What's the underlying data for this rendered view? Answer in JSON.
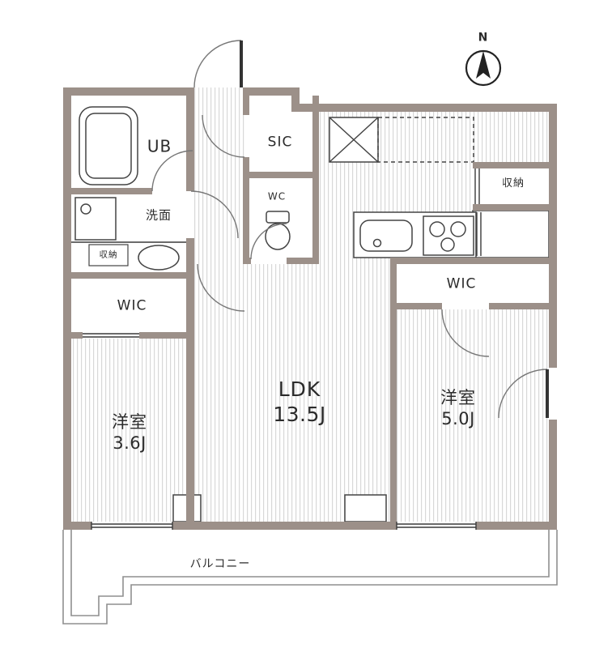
{
  "colors": {
    "wall": "#9c9089",
    "line": "#3a3a3a",
    "stripe": "#d8d8d8",
    "arc": "#777777"
  },
  "compass": {
    "north_label": "N"
  },
  "labels": {
    "ub": "UB",
    "senmen": "洗面",
    "storage_left": "収納",
    "wic_left": "WIC",
    "bedroom_left_name": "洋室",
    "bedroom_left_size": "3.6J",
    "sic": "SIC",
    "wc": "WC",
    "ldk_name": "LDK",
    "ldk_size": "13.5J",
    "storage_right": "収納",
    "wic_right": "WIC",
    "bedroom_right_name": "洋室",
    "bedroom_right_size": "5.0J",
    "balcony": "バルコニー"
  }
}
